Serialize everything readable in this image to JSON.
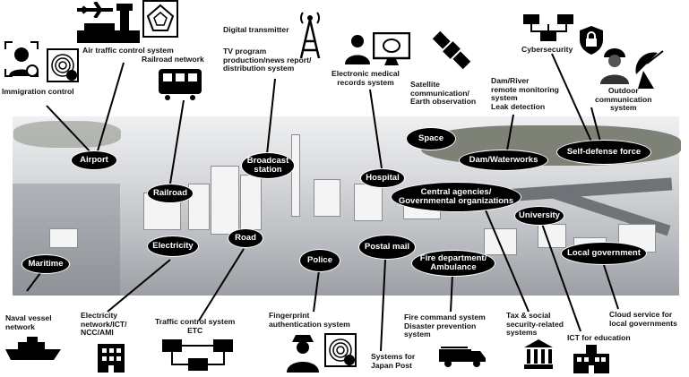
{
  "places": {
    "airport": "Airport",
    "railroad": "Railroad",
    "electricity": "Electricity",
    "road": "Road",
    "maritime": "Maritime",
    "broadcast": "Broadcast station",
    "hospital": "Hospital",
    "space": "Space",
    "dam": "Dam/Waterworks",
    "self_defense": "Self-defense force",
    "central": "Central agencies/ Governmental organizations",
    "university": "University",
    "police": "Police",
    "postal": "Postal mail",
    "fire": "Fire department/ Ambulance",
    "local_gov": "Local government"
  },
  "systems": {
    "immigration": "Immigration control",
    "air_traffic": "Air traffic control system",
    "railroad_network": "Railroad network",
    "digital_transmitter": "Digital transmitter",
    "tv_program": "TV program\nproduction/news report/\ndistribution system",
    "medical_records": "Electronic medical\nrecords system",
    "satellite": "Satellite\ncommunication/\nEarth observation",
    "dam_river": "Dam/River\nremote monitoring\nsystem\nLeak detection",
    "cybersecurity": "Cybersecurity",
    "outdoor_comm": "Outdoor\ncommunication\nsystem",
    "naval_vessel": "Naval vessel\nnetwork",
    "electricity_network": "Electricity\nnetwork/ICT/\nNCC/AMI",
    "traffic_control": "Traffic control system\nETC",
    "fingerprint": "Fingerprint\nauthentication system",
    "japan_post": "Systems for\nJapan Post",
    "fire_command": "Fire command system\nDisaster prevention\nsystem",
    "tax_social": "Tax & social\nsecurity-related\nsystems",
    "ict_education": "ICT for education",
    "cloud_service": "Cloud service for\nlocal governments"
  },
  "icons": [
    "face-scan-icon",
    "fingerprint-icon",
    "airplane-icon",
    "control-tower-icon",
    "radar-icon",
    "train-icon",
    "transmitter-tower-icon",
    "doctor-icon",
    "monitor-brain-icon",
    "satellite-icon",
    "network-icon",
    "shield-lock-icon",
    "soldier-icon",
    "dish-antenna-icon",
    "ship-icon",
    "building-icon",
    "traffic-network-icon",
    "police-officer-icon",
    "fire-truck-icon",
    "government-building-icon",
    "school-icon"
  ]
}
